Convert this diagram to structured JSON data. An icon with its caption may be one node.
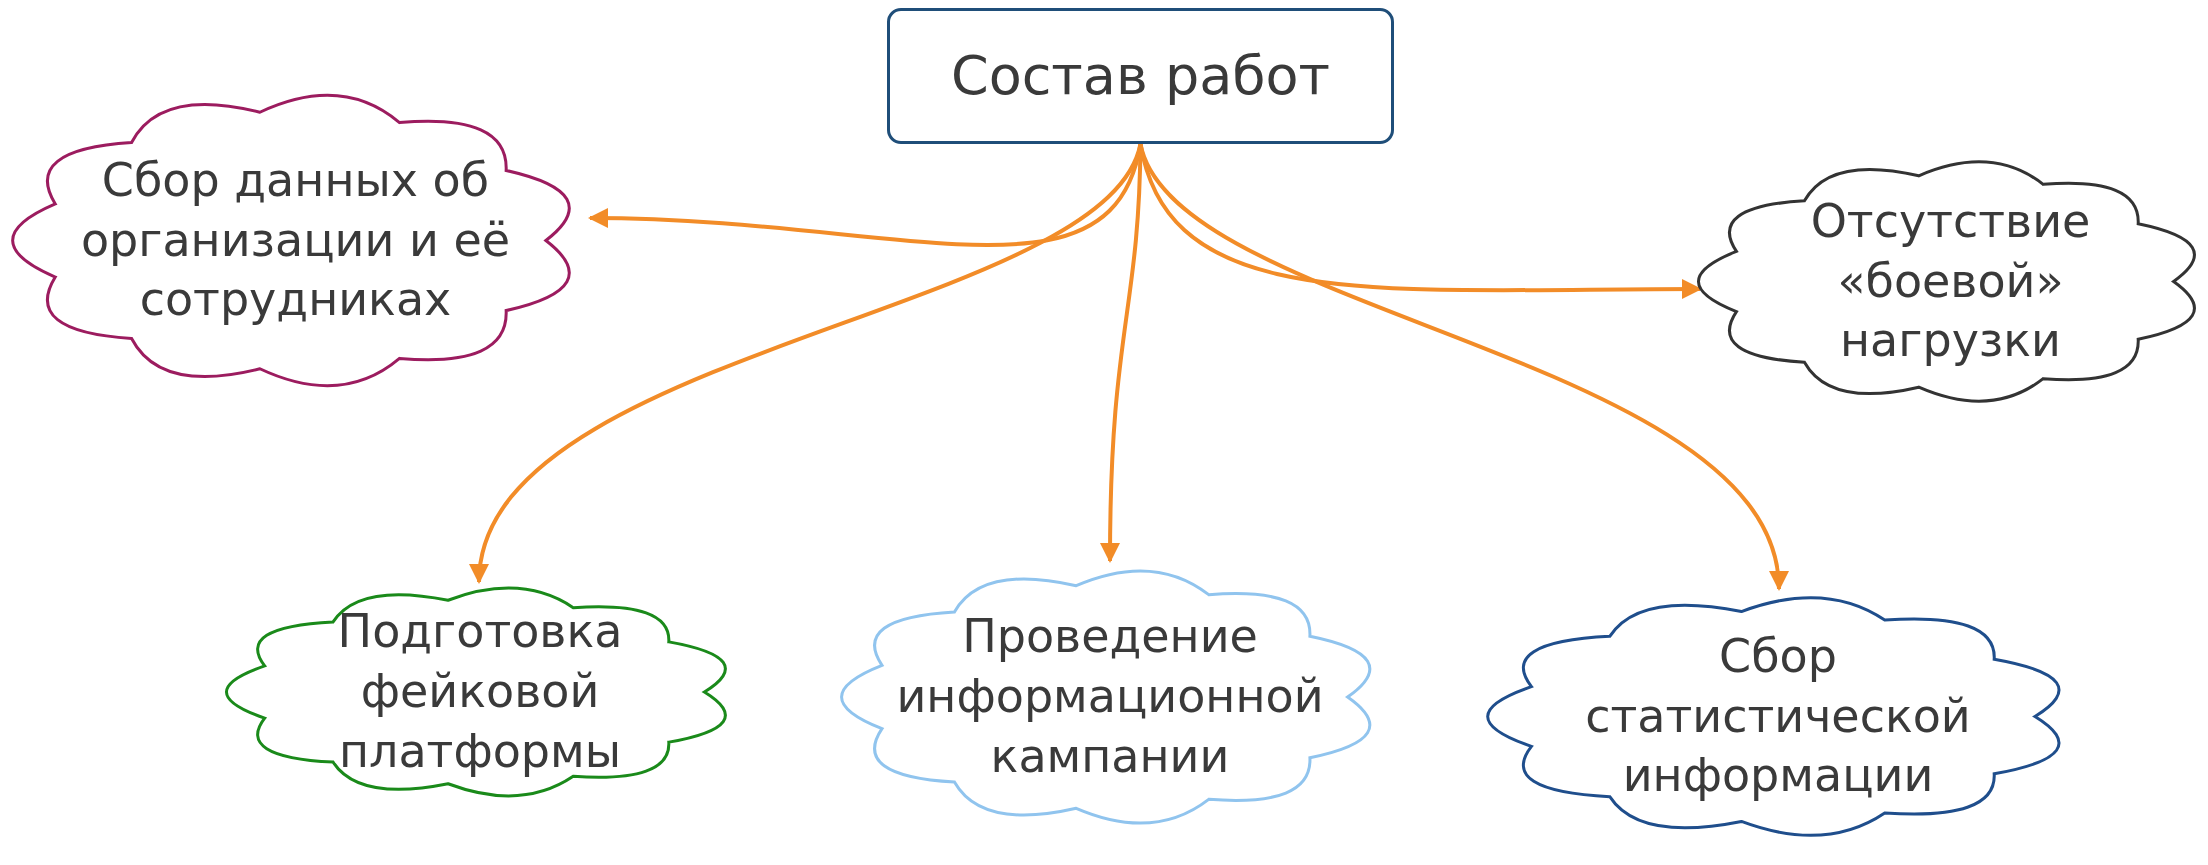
{
  "diagram": {
    "nodes": [
      {
        "text": [
          "Состав работ"
        ]
      },
      {
        "text": [
          "Сбор данных об организации и её сотрудниках"
        ]
      },
      {
        "text": [
          "Отсутствие «боевой» нагрузки"
        ]
      },
      {
        "text": [
          "Подготовка фейковой платформы"
        ]
      },
      {
        "text": [
          "Проведение информационной кампании"
        ]
      },
      {
        "text": [
          "Сбор статистической информации"
        ]
      }
    ],
    "edges": [
      {
        "from": 0,
        "to": 1,
        "arrow": "to"
      },
      {
        "from": 0,
        "to": 2,
        "arrow": "to"
      },
      {
        "from": 0,
        "to": 3,
        "arrow": "to"
      },
      {
        "from": 0,
        "to": 4,
        "arrow": "to"
      },
      {
        "from": 0,
        "to": 5,
        "arrow": "to"
      }
    ]
  }
}
